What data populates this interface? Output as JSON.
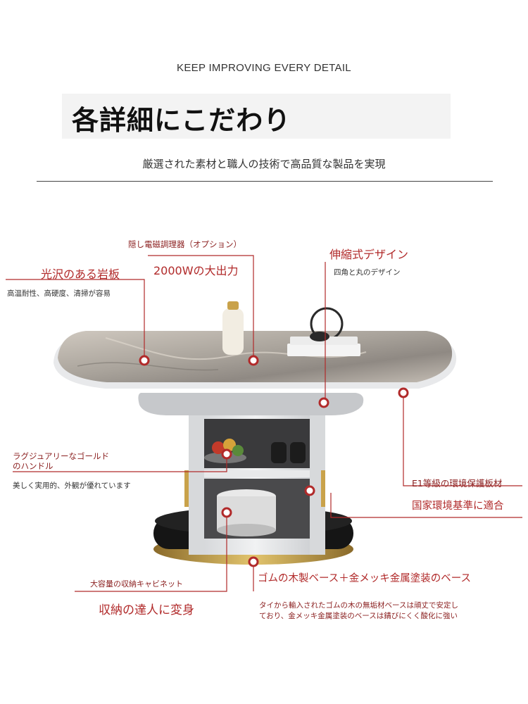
{
  "header": {
    "eyebrow": "KEEP IMPROVING EVERY DETAIL",
    "title": "各詳細にこだわり",
    "subtitle": "厳選された素材と職人の技術で高品質な製品を実現"
  },
  "callouts": {
    "stone": {
      "title": "光沢のある岩板",
      "desc": "高温耐性、高硬度、清掃が容易"
    },
    "induction": {
      "title": "隠し電磁調理器（オプション）",
      "power": "2000Wの大出力"
    },
    "extend": {
      "title": "伸縮式デザイン",
      "desc": "四角と丸のデザイン"
    },
    "handle": {
      "title1": "ラグジュアリーなゴールド",
      "title2": "のハンドル",
      "desc": "美しく実用的、外観が優れています"
    },
    "board": {
      "title": "E1等級の環境保護板材",
      "desc": "国家環境基準に適合"
    },
    "storage": {
      "title": "大容量の収納キャビネット",
      "desc": "収納の達人に変身"
    },
    "base": {
      "title": "ゴムの木製ベース＋金メッキ金属塗装のベース",
      "desc1": "タイから輸入されたゴムの木の無垢材ベースは頑丈で安定し",
      "desc2": "ており、金メッキ金属塗装のベースは錆びにくく酸化に強い"
    }
  },
  "colors": {
    "accent": "#b12a2a",
    "marble": "#b9b3ab",
    "frame": "#e7e8ea",
    "base_black": "#161616",
    "gold": "#c9a24a"
  }
}
